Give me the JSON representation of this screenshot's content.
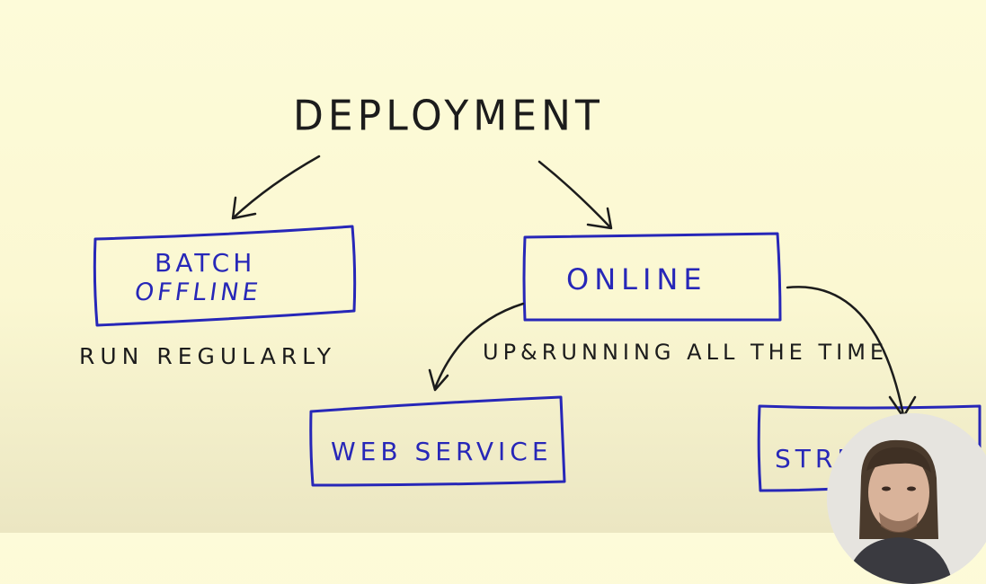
{
  "diagram": {
    "title": "DEPLOYMENT",
    "branches": {
      "batch": {
        "label_line1": "BATCH",
        "label_line2": "OFFLINE",
        "note": "RUN REGULARLY"
      },
      "online": {
        "label": "ONLINE",
        "note": "UP&RUNNING ALL THE TIME",
        "children": {
          "web_service": "WEB SERVICE",
          "streaming": "STRE"
        }
      }
    },
    "colors": {
      "background": "#fbf8d2",
      "ink_black": "#1c1c1c",
      "ink_blue": "#2727b8"
    }
  },
  "webcam": {
    "icon": "presenter-webcam"
  }
}
